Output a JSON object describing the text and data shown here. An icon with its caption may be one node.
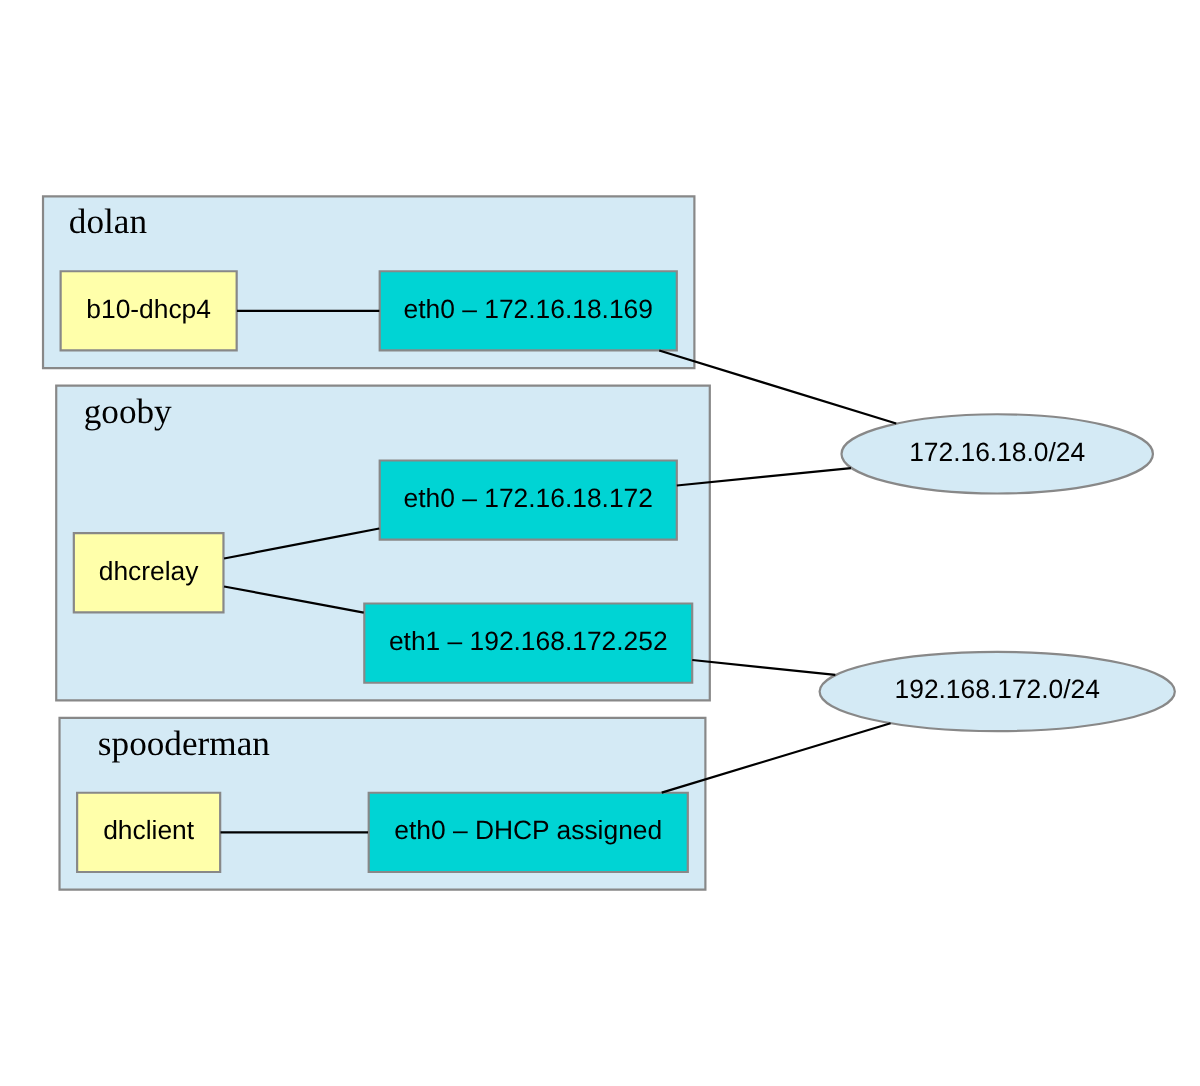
{
  "diagram": {
    "nodes": [
      {
        "text": [
          "dolan"
        ]
      },
      {
        "text": [
          "b10-dhcp4"
        ],
        "in": 0
      },
      {
        "text": [
          "eth0 – 172.16.18.169"
        ],
        "in": 0
      },
      {
        "text": [
          "gooby"
        ]
      },
      {
        "text": [
          "dhcrelay"
        ],
        "in": 3
      },
      {
        "text": [
          "eth0 – 172.16.18.172"
        ],
        "in": 3
      },
      {
        "text": [
          "eth1 – 192.168.172.252"
        ],
        "in": 3
      },
      {
        "text": [
          "spooderman"
        ]
      },
      {
        "text": [
          "dhclient"
        ],
        "in": 7
      },
      {
        "text": [
          "eth0 – DHCP assigned"
        ],
        "in": 7
      },
      {
        "text": [
          "172.16.18.0/24"
        ]
      },
      {
        "text": [
          "192.168.172.0/24"
        ]
      }
    ],
    "edges": [
      {
        "from": 1,
        "to": 2,
        "arrow": "none"
      },
      {
        "from": 2,
        "to": 10,
        "arrow": "none"
      },
      {
        "from": 4,
        "to": 5,
        "arrow": "none"
      },
      {
        "from": 4,
        "to": 6,
        "arrow": "none"
      },
      {
        "from": 5,
        "to": 10,
        "arrow": "none"
      },
      {
        "from": 6,
        "to": 11,
        "arrow": "none"
      },
      {
        "from": 8,
        "to": 9,
        "arrow": "none"
      },
      {
        "from": 9,
        "to": 11,
        "arrow": "none"
      }
    ]
  }
}
